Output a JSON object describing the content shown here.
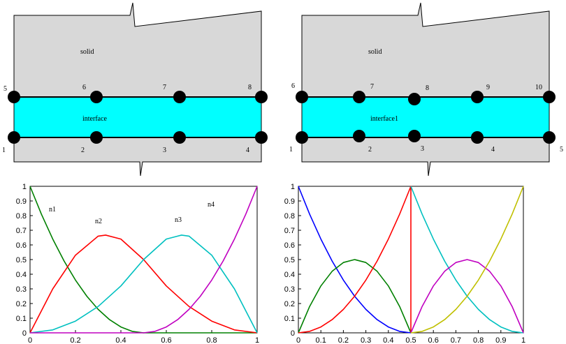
{
  "left_diagram": {
    "region_label": "solid",
    "band_label": "interface",
    "top_node_labels": [
      "5",
      "6",
      "7",
      "8"
    ],
    "bottom_node_labels": [
      "1",
      "2",
      "3",
      "4"
    ]
  },
  "right_diagram": {
    "region_label": "solid",
    "band_label": "interface1",
    "top_node_labels": [
      "6",
      "7",
      "8",
      "9",
      "10"
    ],
    "bottom_node_labels": [
      "1",
      "2",
      "3",
      "4",
      "5"
    ]
  },
  "colors": {
    "solid_fill": "#d8d8d8",
    "interface_fill": "#00ffff",
    "red": "#ff0000",
    "green": "#008000",
    "cyan": "#00c0c0",
    "magenta": "#c000c0",
    "blue": "#0000ff",
    "yellow": "#c0c000"
  },
  "chart_data": [
    {
      "type": "line",
      "title": "",
      "xlabel": "",
      "ylabel": "",
      "xlim": [
        0,
        1
      ],
      "ylim": [
        0,
        1
      ],
      "xticks": [
        "0",
        "0.2",
        "0.4",
        "0.6",
        "0.8",
        "1"
      ],
      "yticks": [
        "0",
        "0.1",
        "0.2",
        "0.3",
        "0.4",
        "0.5",
        "0.6",
        "0.7",
        "0.8",
        "0.9",
        "1"
      ],
      "annotations": [
        "n1",
        "n2",
        "n3",
        "n4"
      ],
      "series": [
        {
          "name": "n1",
          "color": "green",
          "x": [
            0,
            0.05,
            0.1,
            0.15,
            0.2,
            0.25,
            0.3,
            0.35,
            0.4,
            0.45,
            0.5,
            0.6,
            0.7,
            0.8,
            0.9,
            1
          ],
          "y": [
            1,
            0.81,
            0.64,
            0.49,
            0.36,
            0.25,
            0.16,
            0.09,
            0.04,
            0.01,
            0,
            0,
            0,
            0,
            0,
            0
          ]
        },
        {
          "name": "n2",
          "color": "red",
          "x": [
            0,
            0.1,
            0.2,
            0.3,
            0.333,
            0.4,
            0.5,
            0.6,
            0.7,
            0.8,
            0.9,
            1
          ],
          "y": [
            0,
            0.3,
            0.53,
            0.66,
            0.667,
            0.64,
            0.5,
            0.32,
            0.18,
            0.08,
            0.02,
            0
          ]
        },
        {
          "name": "n3",
          "color": "cyan",
          "x": [
            0,
            0.1,
            0.2,
            0.3,
            0.4,
            0.5,
            0.6,
            0.667,
            0.7,
            0.8,
            0.9,
            1
          ],
          "y": [
            0,
            0.02,
            0.08,
            0.18,
            0.32,
            0.5,
            0.64,
            0.667,
            0.66,
            0.53,
            0.3,
            0
          ]
        },
        {
          "name": "n4",
          "color": "magenta",
          "x": [
            0,
            0.5,
            0.55,
            0.6,
            0.65,
            0.7,
            0.75,
            0.8,
            0.85,
            0.9,
            0.95,
            1
          ],
          "y": [
            0,
            0,
            0.01,
            0.04,
            0.09,
            0.16,
            0.25,
            0.36,
            0.49,
            0.64,
            0.81,
            1
          ]
        }
      ]
    },
    {
      "type": "line",
      "title": "",
      "xlabel": "",
      "ylabel": "",
      "xlim": [
        0,
        1
      ],
      "ylim": [
        0,
        1
      ],
      "xticks": [
        "0",
        "0.1",
        "0.2",
        "0.3",
        "0.4",
        "0.5",
        "0.6",
        "0.7",
        "0.8",
        "0.9",
        "1"
      ],
      "yticks": [
        "0",
        "0.1",
        "0.2",
        "0.3",
        "0.4",
        "0.5",
        "0.6",
        "0.7",
        "0.8",
        "0.9",
        "1"
      ],
      "series": [
        {
          "color": "blue",
          "x": [
            0,
            0.05,
            0.1,
            0.15,
            0.2,
            0.25,
            0.3,
            0.35,
            0.4,
            0.45,
            0.5
          ],
          "y": [
            1,
            0.81,
            0.64,
            0.49,
            0.36,
            0.25,
            0.16,
            0.09,
            0.04,
            0.01,
            0
          ]
        },
        {
          "color": "green",
          "x": [
            0,
            0.05,
            0.1,
            0.15,
            0.2,
            0.25,
            0.3,
            0.35,
            0.4,
            0.45,
            0.5
          ],
          "y": [
            0,
            0.18,
            0.32,
            0.42,
            0.48,
            0.5,
            0.48,
            0.42,
            0.32,
            0.18,
            0
          ]
        },
        {
          "color": "red",
          "x": [
            0,
            0.05,
            0.1,
            0.15,
            0.2,
            0.25,
            0.3,
            0.35,
            0.4,
            0.45,
            0.5,
            0.5
          ],
          "y": [
            0,
            0.01,
            0.04,
            0.09,
            0.16,
            0.25,
            0.36,
            0.49,
            0.64,
            0.81,
            1,
            0
          ]
        },
        {
          "color": "cyan",
          "x": [
            0.5,
            0.55,
            0.6,
            0.65,
            0.7,
            0.75,
            0.8,
            0.85,
            0.9,
            0.95,
            1
          ],
          "y": [
            1,
            0.81,
            0.64,
            0.49,
            0.36,
            0.25,
            0.16,
            0.09,
            0.04,
            0.01,
            0
          ]
        },
        {
          "color": "magenta",
          "x": [
            0.5,
            0.55,
            0.6,
            0.65,
            0.7,
            0.75,
            0.8,
            0.85,
            0.9,
            0.95,
            1
          ],
          "y": [
            0,
            0.18,
            0.32,
            0.42,
            0.48,
            0.5,
            0.48,
            0.42,
            0.32,
            0.18,
            0
          ]
        },
        {
          "color": "yellow",
          "x": [
            0.5,
            0.55,
            0.6,
            0.65,
            0.7,
            0.75,
            0.8,
            0.85,
            0.9,
            0.95,
            1
          ],
          "y": [
            0,
            0.01,
            0.04,
            0.09,
            0.16,
            0.25,
            0.36,
            0.49,
            0.64,
            0.81,
            1
          ]
        }
      ]
    }
  ]
}
